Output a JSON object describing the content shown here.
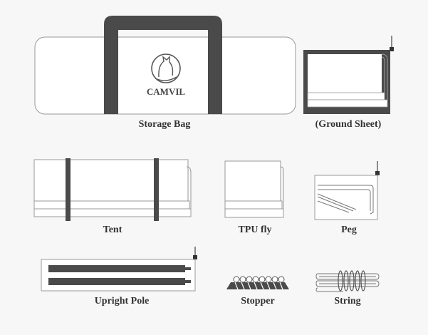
{
  "brand": {
    "logo_text": "CAMVIL"
  },
  "items": {
    "storage_bag": "Storage Bag",
    "ground_sheet": "(Ground Sheet)",
    "tent": "Tent",
    "tpu_fly": "TPU fly",
    "peg": "Peg",
    "upright_pole": "Upright Pole",
    "stopper": "Stopper",
    "string": "String"
  },
  "colors": {
    "background": "#f7f7f7",
    "item_fill": "#ffffff",
    "outline": "#999999",
    "dark": "#4a4a4a",
    "text": "#333333"
  }
}
